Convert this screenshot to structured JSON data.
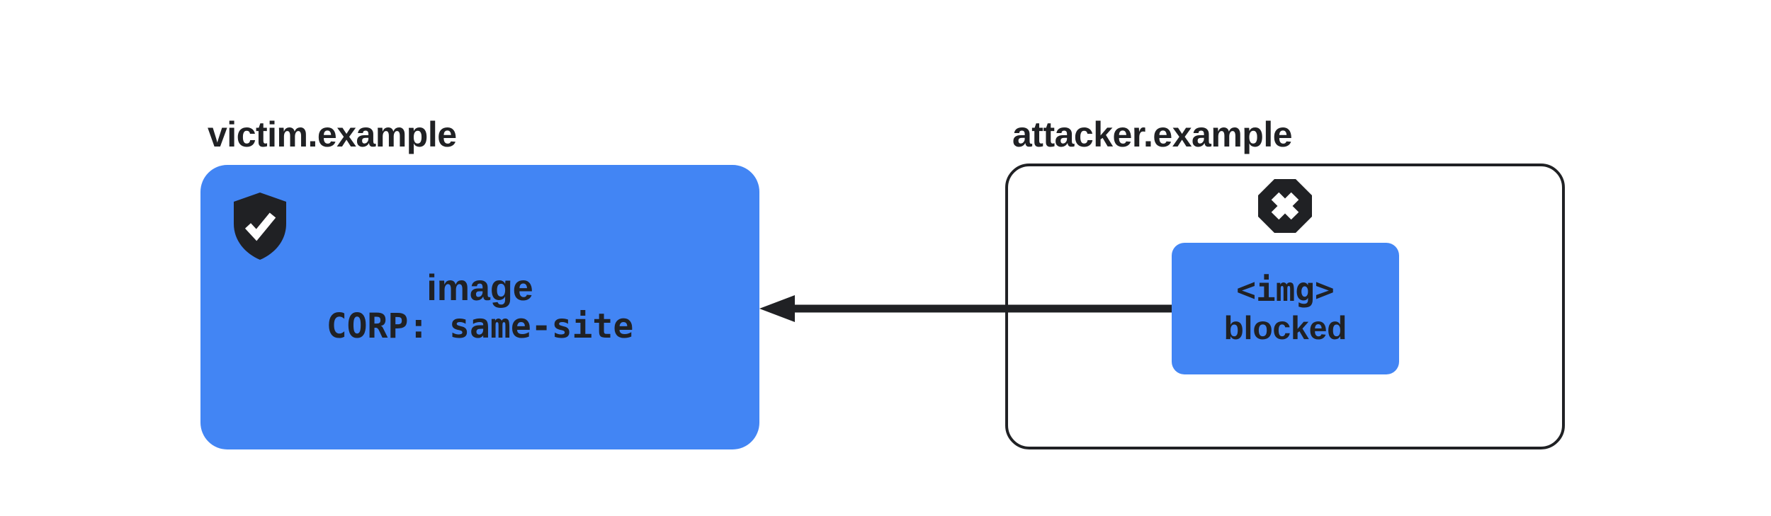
{
  "diagram": {
    "victim": {
      "domain": "victim.example",
      "resource_label": "image",
      "corp_header": "CORP: same-site"
    },
    "attacker": {
      "domain": "attacker.example",
      "request_tag": "<img>",
      "request_status": "blocked"
    },
    "icons": {
      "victim_icon": "shield-check-icon",
      "attacker_icon": "blocked-x-octagon-icon"
    },
    "colors": {
      "accent_blue": "#4285F4",
      "dark": "#202124",
      "background": "#FFFFFF"
    }
  }
}
